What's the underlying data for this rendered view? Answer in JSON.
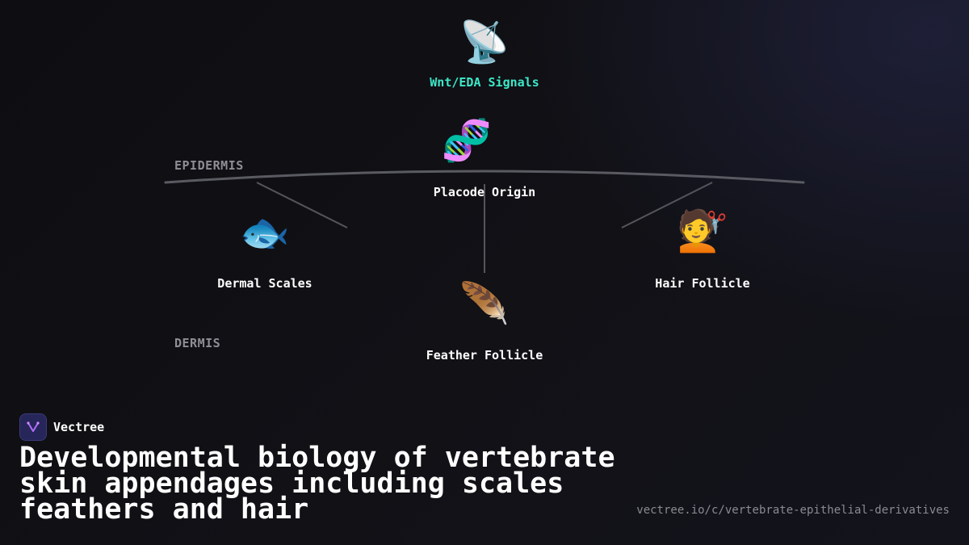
{
  "diagram": {
    "signal": {
      "icon": "📡",
      "icon_name": "satellite-antenna-icon",
      "label": "Wnt/EDA Signals"
    },
    "origin": {
      "icon": "🧬",
      "icon_name": "dna-icon",
      "label": "Placode Origin"
    },
    "scales": {
      "icon": "🐟",
      "icon_name": "fish-icon",
      "label": "Dermal Scales"
    },
    "feather": {
      "icon": "🪶",
      "icon_name": "feather-icon",
      "label": "Feather Follicle"
    },
    "hair": {
      "icon": "💇",
      "icon_name": "haircut-person-icon",
      "label": "Hair Follicle"
    },
    "layers": {
      "epidermis": "EPIDERMIS",
      "dermis": "DERMIS"
    }
  },
  "brand": {
    "name": "Vectree",
    "logo_icon": "vectree-logo-icon"
  },
  "title": "Developmental biology of vertebrate skin appendages including scales feathers and hair",
  "url": "vectree.io/c/vertebrate-epithelial-derivatives",
  "colors": {
    "background": "#0f0f14",
    "accent_signal": "#3de8c8",
    "line": "#55555c",
    "layer_text": "#8e8e96",
    "url_text": "#8a8a92"
  }
}
